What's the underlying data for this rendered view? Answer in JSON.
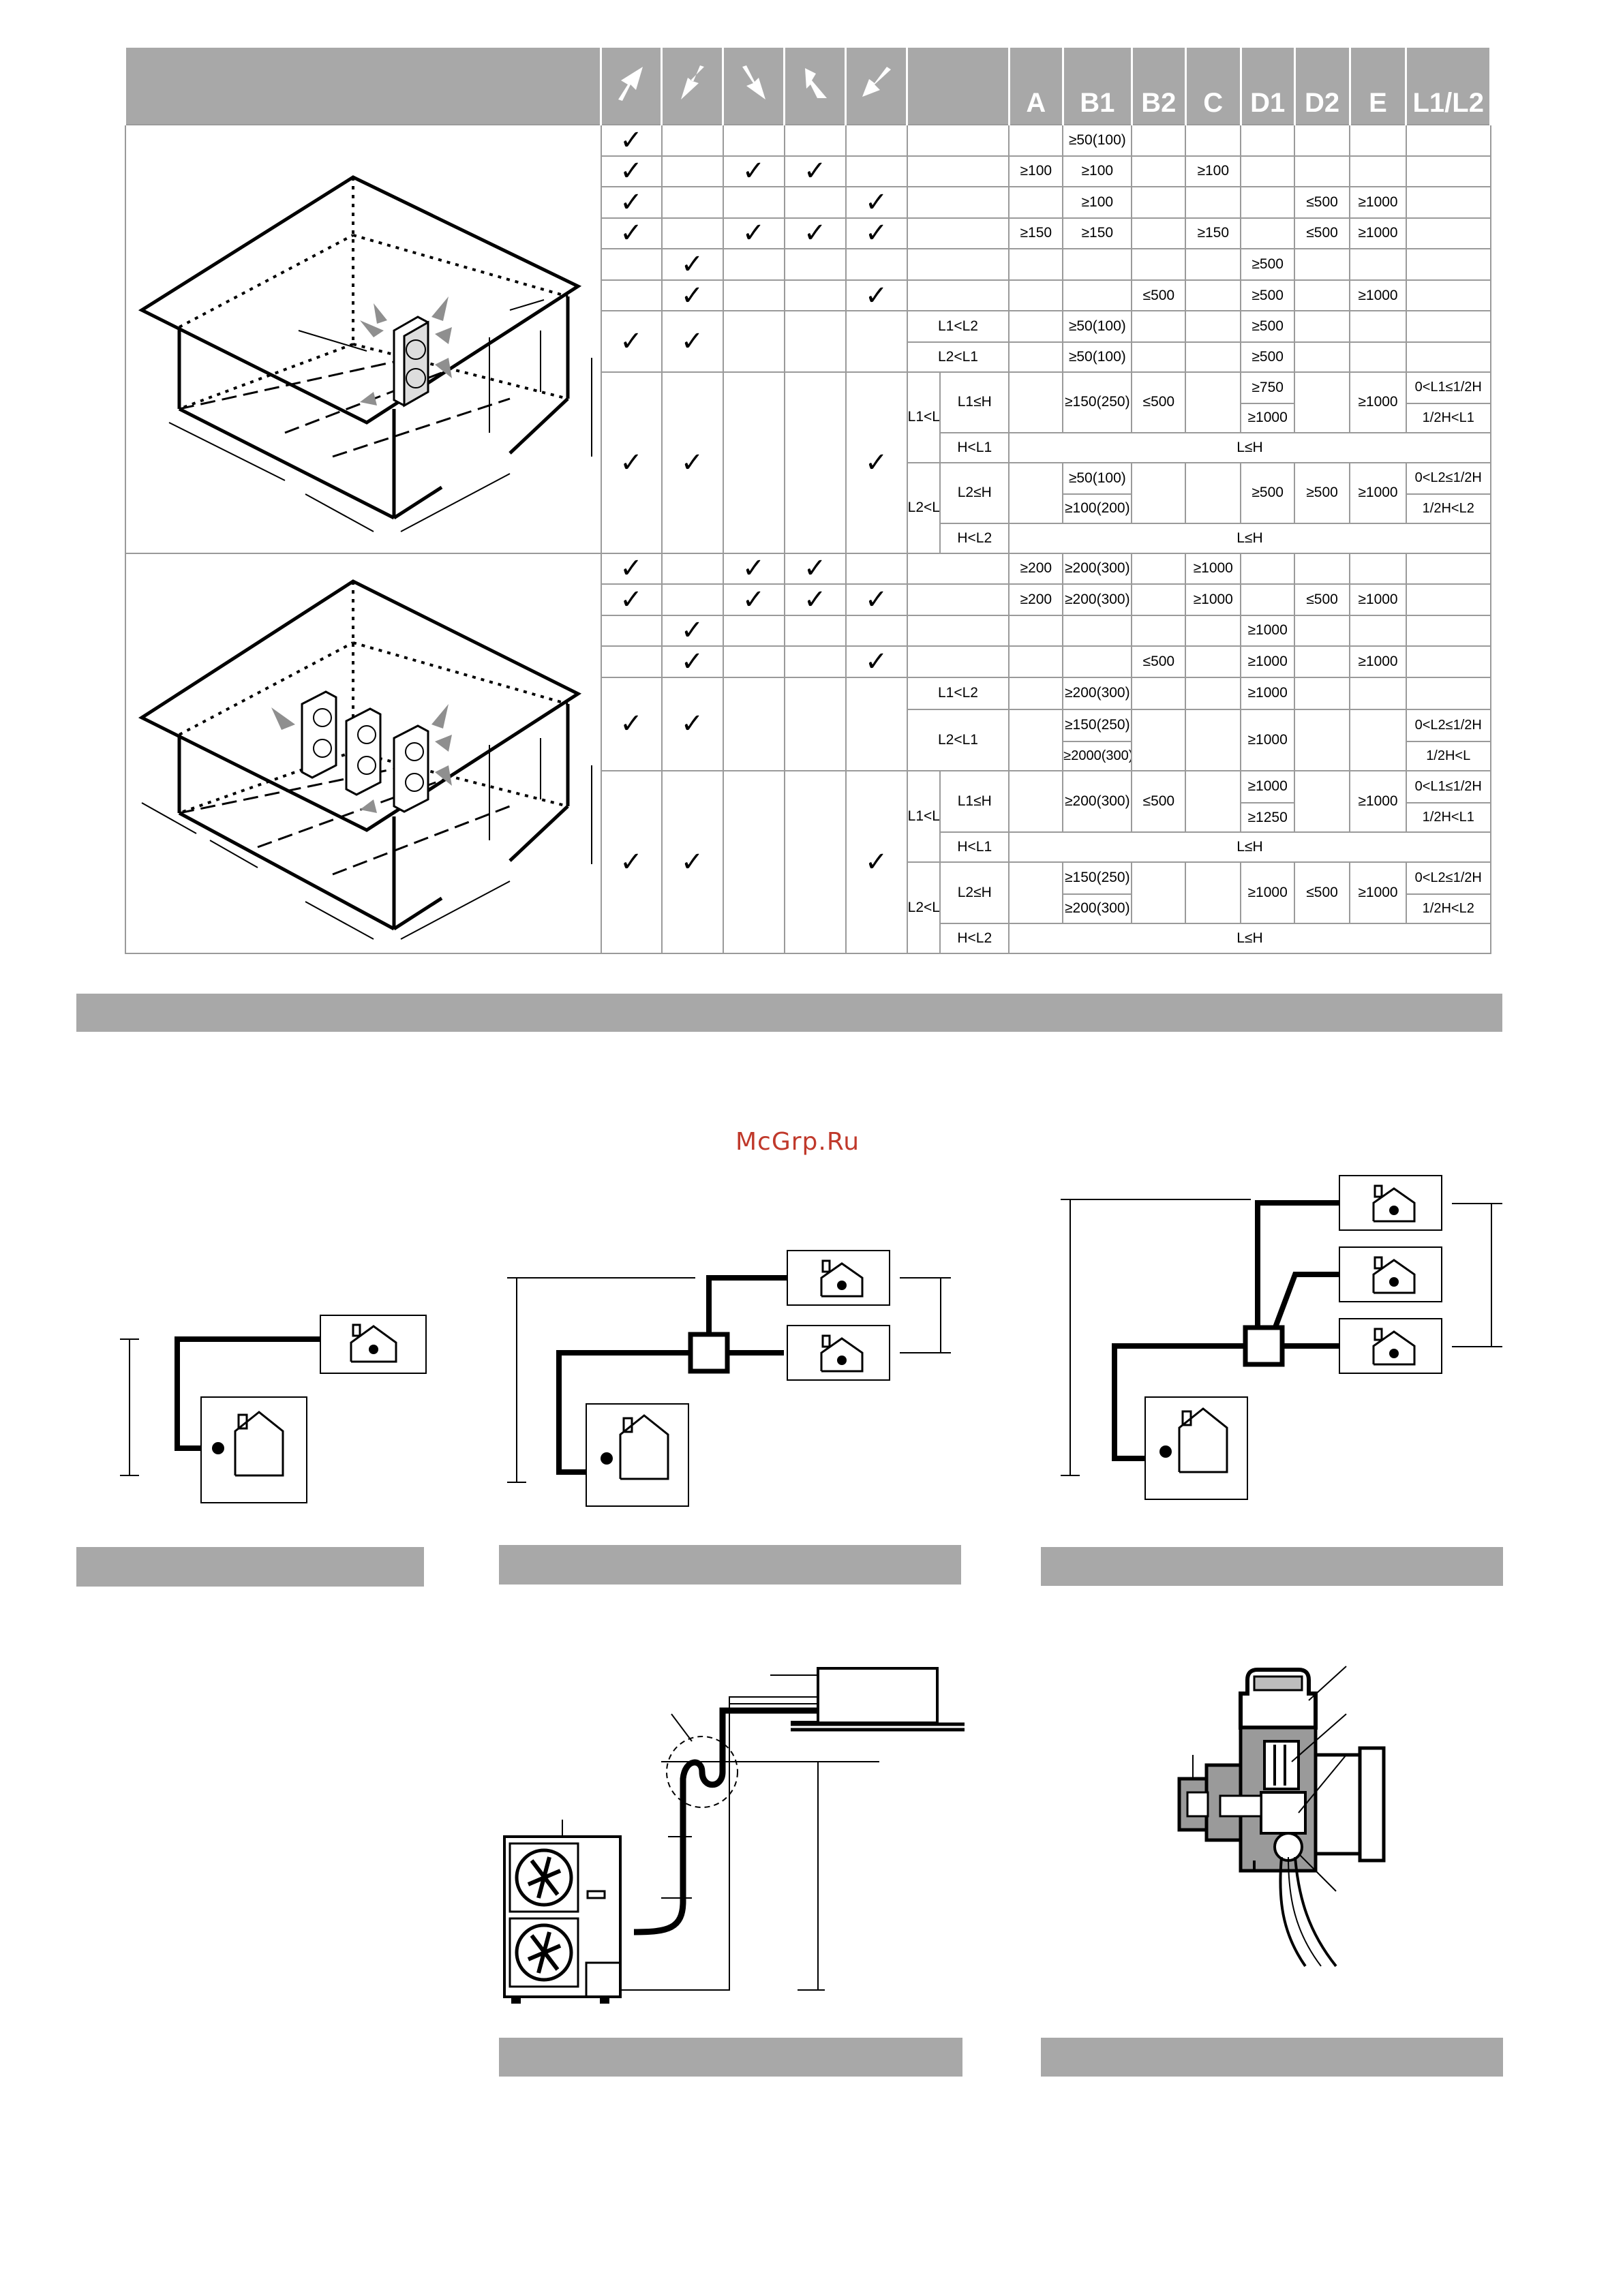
{
  "table": {
    "headers": [
      "A",
      "B1",
      "B2",
      "C",
      "D1",
      "D2",
      "E",
      "L1/L2"
    ],
    "direction_icons": [
      "airflow-direction-1-icon",
      "airflow-direction-2-icon",
      "airflow-direction-3-icon",
      "airflow-direction-4-icon",
      "airflow-direction-5-icon"
    ],
    "check_symbol": "✓",
    "values": {
      "ge50_100": "≥50(100)",
      "ge100": "≥100",
      "ge150": "≥150",
      "ge500": "≥500",
      "le500": "≤500",
      "ge1000": "≥1000",
      "ge150_250": "≥150(250)",
      "ge750": "≥750",
      "ge100_200": "≥100(200)",
      "ge200": "≥200",
      "ge200_300": "≥200(300)",
      "ge2000_300": "≥2000(300)",
      "ge1250": "≥1250"
    },
    "labels": {
      "L1ltL2": "L1<L2",
      "L2ltL1": "L2<L1",
      "L1leH": "L1≤H",
      "L2leH": "L2≤H",
      "HltL1": "H<L1",
      "HltL2": "H<L2",
      "LleH": "L≤H"
    },
    "ratios": {
      "r1a": "0<L1≤1/2H",
      "r1b": "1/2H<L1",
      "r2a": "0<L2≤1/2H",
      "r2b": "1/2H<L2",
      "r3b": "1/2H<L"
    }
  },
  "watermark": "McGrp.Ru",
  "icons": [
    "house-icon",
    "joint-box-icon",
    "outdoor-unit-icon",
    "indoor-cassette-icon",
    "service-valve-icon"
  ]
}
